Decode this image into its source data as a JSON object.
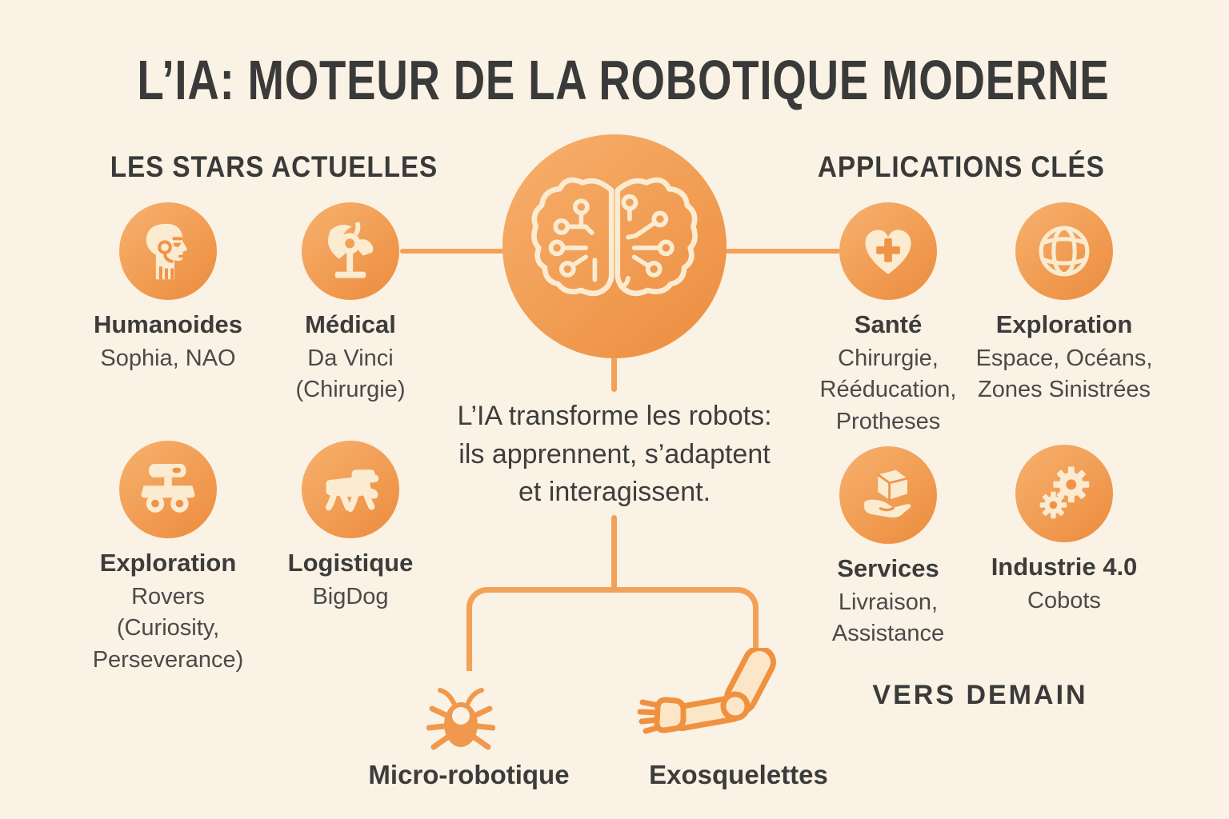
{
  "title": "L’IA: MOTEUR DE LA ROBOTIQUE MODERNE",
  "colors": {
    "background": "#FAF2E4",
    "icon_cream": "#FAEBD1",
    "line_orange": "#F3A156",
    "orange_detail": "#EF9446",
    "orange_light": "#F6AE6A",
    "orange_deep": "#ED8F41",
    "bug_orange": "#F0994E",
    "arm_orange": "#F0913F",
    "arm_cream": "#FBE7C7",
    "text_dark": "#3A3A3A",
    "text_sub": "#4A4A4A"
  },
  "left_section": {
    "header": "LES STARS ACTUELLES",
    "items": [
      {
        "icon": "humanoid-head-icon",
        "label": "Humanoides",
        "sub": "Sophia, NAO"
      },
      {
        "icon": "surgical-robot-icon",
        "label": "Médical",
        "sub": "Da Vinci\n(Chirurgie)"
      },
      {
        "icon": "rover-icon",
        "label": "Exploration",
        "sub": "Rovers\n(Curiosity,\nPerseverance)"
      },
      {
        "icon": "quadruped-robot-icon",
        "label": "Logistique",
        "sub": "BigDog"
      }
    ]
  },
  "center": {
    "icon": "brain-circuit-icon",
    "description": "L’IA transforme les robots:\nils apprennent, s’adaptent\net interagissent."
  },
  "right_section": {
    "header": "APPLICATIONS CLÉS",
    "items": [
      {
        "icon": "heart-cross-icon",
        "label": "Santé",
        "sub": "Chirurgie,\nRééducation,\nProtheses"
      },
      {
        "icon": "globe-icon",
        "label": "Exploration",
        "sub": "Espace, Océans,\nZones Sinistrées"
      },
      {
        "icon": "hand-box-icon",
        "label": "Services",
        "sub": "Livraison,\nAssistance"
      },
      {
        "icon": "gears-icon",
        "label": "Industrie 4.0",
        "sub": "Cobots"
      }
    ]
  },
  "future_section": {
    "header": "VERS DEMAIN",
    "items": [
      {
        "icon": "micro-robot-icon",
        "label": "Micro-robotique"
      },
      {
        "icon": "exoskeleton-arm-icon",
        "label": "Exosquelettes"
      }
    ]
  }
}
